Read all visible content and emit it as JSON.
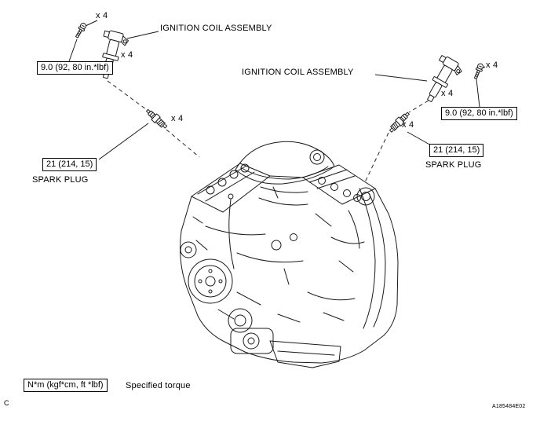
{
  "figure": {
    "corner_mark": "C",
    "code": "A185484E02"
  },
  "legend": {
    "box_text": "N*m (kgf*cm, ft *lbf)",
    "description": "Specified torque"
  },
  "callouts": {
    "left": {
      "bolt_qty": "x 4",
      "coil_label": "IGNITION COIL ASSEMBLY",
      "coil_qty": "x 4",
      "coil_torque": "9.0 (92, 80 in.*lbf)",
      "plug_qty": "x 4",
      "plug_torque": "21 (214, 15)",
      "plug_label": "SPARK PLUG"
    },
    "right": {
      "coil_label": "IGNITION COIL ASSEMBLY",
      "bolt_qty": "x 4",
      "coil_qty": "x 4",
      "coil_torque": "9.0 (92, 80 in.*lbf)",
      "plug_qty": "x 4",
      "plug_torque": "21 (214, 15)",
      "plug_label": "SPARK PLUG"
    }
  },
  "colors": {
    "ink": "#1a1a1a",
    "background": "#ffffff"
  },
  "illustrations": {
    "engine": "v8-engine-line-drawing",
    "parts": [
      "mounting-bolt",
      "ignition-coil",
      "spark-plug"
    ]
  }
}
